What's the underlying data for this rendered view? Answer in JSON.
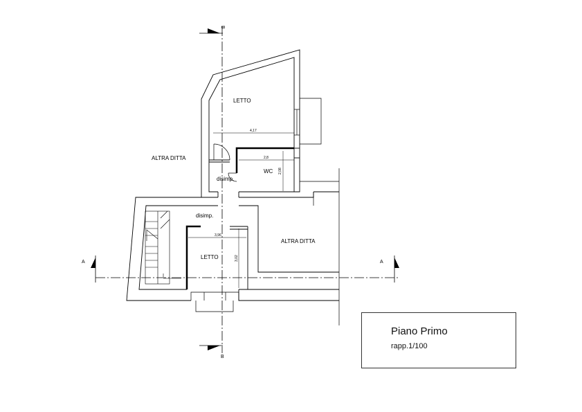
{
  "rooms": {
    "letto_upper": "LETTO",
    "letto_lower": "LETTO",
    "wc": "WC",
    "disimp_small": "disimp.",
    "disimp_large": "disimp.",
    "altra_ditta_left": "ALTRA DITTA",
    "altra_ditta_right": "ALTRA DITTA"
  },
  "dimensions": {
    "upper_width": "4,17",
    "wc_width": "2,8",
    "wc_height": "2,08",
    "lower_width": "3,96",
    "lower_height": "3,02"
  },
  "sections": {
    "a_left": "A",
    "a_right": "A",
    "b_top": "B",
    "b_bottom": "B"
  },
  "title_block": {
    "title": "Piano Primo",
    "scale": "rapp.1/100"
  }
}
